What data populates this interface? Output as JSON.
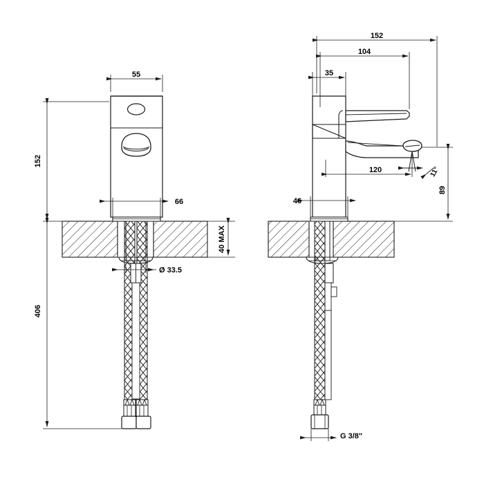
{
  "drawing": {
    "type": "technical-drawing",
    "subject": "single-lever basin mixer tap",
    "views": [
      {
        "id": "front-view",
        "label": "front elevation"
      },
      {
        "id": "side-view",
        "label": "side elevation"
      }
    ],
    "line_color": "#1a1a1a",
    "background_color": "#ffffff",
    "hatch_color": "#1a1a1a"
  },
  "dimensions": {
    "front_view": [
      {
        "name": "body-width",
        "value": "55",
        "unit": "mm",
        "orientation": "horizontal"
      },
      {
        "name": "overall-height-above-deck",
        "value": "152",
        "unit": "mm",
        "orientation": "vertical"
      },
      {
        "name": "base-width",
        "value": "66",
        "unit": "mm",
        "orientation": "horizontal"
      },
      {
        "name": "deck-thickness-max",
        "value": "40 MAX",
        "unit": "mm",
        "orientation": "vertical"
      },
      {
        "name": "shank-diameter",
        "value": "Ø 33.5",
        "unit": "mm",
        "orientation": "horizontal"
      },
      {
        "name": "hose-length",
        "value": "406",
        "unit": "mm",
        "orientation": "vertical"
      }
    ],
    "side_view": [
      {
        "name": "overall-depth",
        "value": "152",
        "unit": "mm",
        "orientation": "horizontal"
      },
      {
        "name": "lever-reach",
        "value": "104",
        "unit": "mm",
        "orientation": "horizontal"
      },
      {
        "name": "body-depth",
        "value": "35",
        "unit": "mm",
        "orientation": "horizontal"
      },
      {
        "name": "spout-projection",
        "value": "120",
        "unit": "mm",
        "orientation": "horizontal"
      },
      {
        "name": "base-depth",
        "value": "46",
        "unit": "mm",
        "orientation": "horizontal"
      },
      {
        "name": "spout-height",
        "value": "89",
        "unit": "mm",
        "orientation": "vertical"
      },
      {
        "name": "aerator-angle",
        "value": "11°",
        "unit": "degrees",
        "orientation": "angular"
      },
      {
        "name": "inlet-thread",
        "value": "G 3/8\"",
        "unit": "thread",
        "orientation": "horizontal"
      }
    ]
  },
  "labels": {
    "d55": "55",
    "d152_vertical": "152",
    "d66": "66",
    "d40max": "40 MAX",
    "d33_5": "Ø 33.5",
    "d406": "406",
    "d152_horizontal": "152",
    "d104": "104",
    "d35": "35",
    "d120": "120",
    "d46": "46",
    "d89": "89",
    "angle11": "11°",
    "thread": "G 3/8\""
  }
}
